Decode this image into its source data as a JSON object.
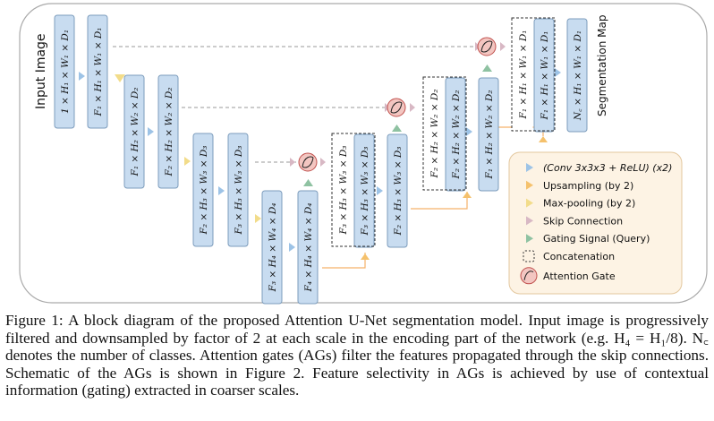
{
  "diagram": {
    "input_label": "Input Image",
    "output_label": "Segmentation Map",
    "blocks": [
      {
        "id": "in-1",
        "label": "1 × H₁ × W₁ × D₁"
      },
      {
        "id": "enc1",
        "label": "F₁ × H₁ × W₁ × D₁"
      },
      {
        "id": "enc2a",
        "label": "F₁ × H₂ × W₂ × D₂"
      },
      {
        "id": "enc2b",
        "label": "F₂ × H₂ × W₂ × D₂"
      },
      {
        "id": "enc3a",
        "label": "F₂ × H₃ × W₃ × D₃"
      },
      {
        "id": "enc3b",
        "label": "F₃ × H₃ × W₃ × D₃"
      },
      {
        "id": "enc4a",
        "label": "F₃ × H₄ × W₄ × D₄"
      },
      {
        "id": "enc4b",
        "label": "F₄ × H₄ × W₄ × D₄"
      },
      {
        "id": "dec3-skip",
        "label": "F₃ × H₃ × W₃ × D₃"
      },
      {
        "id": "dec3-up",
        "label": "F₃ × H₃ × W₃ × D₃"
      },
      {
        "id": "dec3-conv",
        "label": "F₂ × H₃ × W₃ × D₃"
      },
      {
        "id": "dec2-skip",
        "label": "F₂ × H₂ × W₂ × D₂"
      },
      {
        "id": "dec2-up",
        "label": "F₂ × H₂ × W₂ × D₂"
      },
      {
        "id": "dec2-conv",
        "label": "F₁ × H₂ × W₂ × D₂"
      },
      {
        "id": "dec1-skip",
        "label": "F₁ × H₁ × W₁ × D₁"
      },
      {
        "id": "dec1-up",
        "label": "F₁ × H₁ × W₁ × D₁"
      },
      {
        "id": "out",
        "label": "N꜀ × H₁ × W₁ × D₁"
      }
    ],
    "legend": [
      {
        "label": "(Conv 3x3x3 + ReLU) (x2)",
        "color": "#9dc3e6",
        "kind": "arrow"
      },
      {
        "label": "Upsampling (by 2)",
        "color": "#f5c16c",
        "kind": "arrow"
      },
      {
        "label": "Max-pooling (by 2)",
        "color": "#f2dc8a",
        "kind": "arrow"
      },
      {
        "label": "Skip Connection",
        "color": "#d8b8c4",
        "kind": "arrow"
      },
      {
        "label": "Gating Signal (Query)",
        "color": "#8fc2a2",
        "kind": "arrow"
      },
      {
        "label": "Concatenation",
        "color": "#333333",
        "kind": "dashed-box"
      },
      {
        "label": "Attention Gate",
        "color": "#f3c6c1",
        "kind": "gate"
      }
    ],
    "colors": {
      "block_fill": "#c8dcf0",
      "block_stroke": "#7c9cbc",
      "panel_stroke": "#aaaaaa",
      "legend_fill": "#fdf3e4",
      "legend_stroke": "#e3c79e",
      "upsample_line": "#f5b26b"
    }
  },
  "caption": "Figure 1: A block diagram of the proposed Attention U-Net segmentation model. Input image is progressively filtered and downsampled by factor of 2 at each scale in the encoding part of the network (e.g. H₄ = H₁/8). N꜀ denotes the number of classes. Attention gates (AGs) filter the features propagated through the skip connections. Schematic of the AGs is shown in Figure 2. Feature selectivity in AGs is achieved by use of contextual information (gating) extracted in coarser scales."
}
